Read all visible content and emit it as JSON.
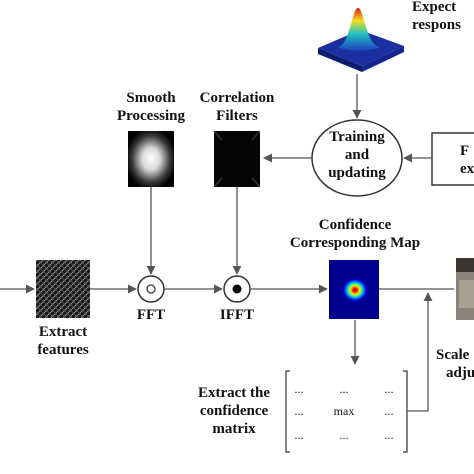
{
  "labels": {
    "expected_response_1": "Expect",
    "expected_response_2": "respons",
    "smooth_processing_1": "Smooth",
    "smooth_processing_2": "Processing",
    "correlation_filters_1": "Correlation",
    "correlation_filters_2": "Filters",
    "training_1": "Training",
    "training_2": "and",
    "training_3": "updating",
    "feature_extraction_1": "F",
    "feature_extraction_2": "ext",
    "confidence_map_1": "Confidence",
    "confidence_map_2": "Corresponding Map",
    "fft": "FFT",
    "ifft": "IFFT",
    "extract_features_1": "Extract",
    "extract_features_2": "features",
    "scale_adjust_1": "Scale",
    "scale_adjust_2": "adju",
    "extract_confidence_1": "Extract the",
    "extract_confidence_2": "confidence",
    "extract_confidence_3": "matrix"
  },
  "matrix": {
    "row1": [
      "...",
      "...",
      "..."
    ],
    "row2": [
      "...",
      "max",
      "..."
    ],
    "row3": [
      "...",
      "...",
      "..."
    ]
  }
}
